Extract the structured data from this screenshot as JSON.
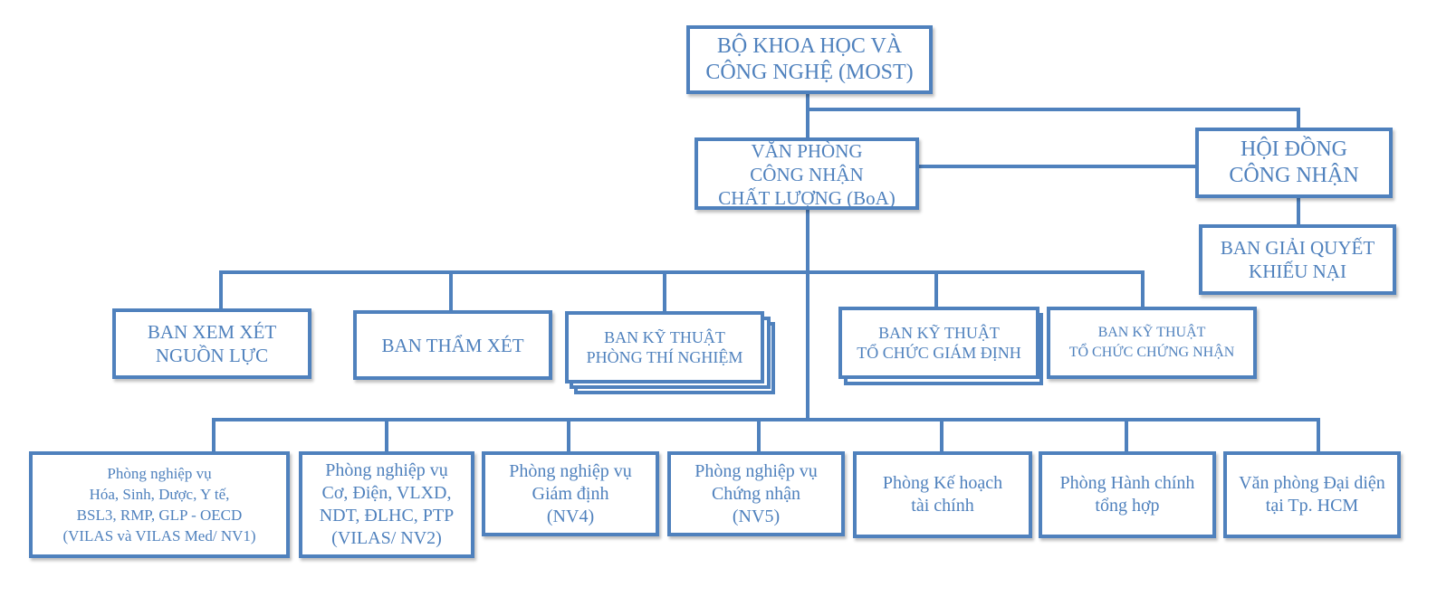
{
  "title": "Sơ đồ tổ chức Văn phòng Công nhận Chất lượng",
  "colors": {
    "line": "#4F81BD",
    "text": "#4F81BD",
    "background": "#FFFFFF"
  },
  "nodes": {
    "most": "BỘ KHOA HỌC VÀ\nCÔNG NGHỆ (MOST)",
    "boa": "VĂN PHÒNG\nCÔNG NHẬN\nCHẤT LƯỢNG (BoA)",
    "council": "HỘI ĐỒNG\nCÔNG NHẬN",
    "complaints": "BAN GIẢI QUYẾT\nKHIẾU NẠI",
    "committees": [
      "BAN XEM XÉT\nNGUỒN LỰC",
      "BAN THẨM XÉT",
      "BAN KỸ THUẬT\nPHÒNG THÍ NGHIỆM",
      "BAN KỸ THUẬT\nTỔ CHỨC GIÁM ĐỊNH",
      "BAN KỸ THUẬT\nTỔ CHỨC CHỨNG NHẬN"
    ],
    "departments": [
      "Phòng nghiệp vụ\nHóa, Sinh, Dược, Y tế,\nBSL3, RMP, GLP - OECD\n(VILAS và VILAS Med/ NV1)",
      "Phòng nghiệp vụ\nCơ, Điện, VLXD,\nNDT, ĐLHC, PTP\n(VILAS/ NV2)",
      "Phòng nghiệp vụ\nGiám định\n(NV4)",
      "Phòng nghiệp vụ\nChứng nhận\n(NV5)",
      "Phòng Kế hoạch\ntài chính",
      "Phòng Hành chính\ntổng hợp",
      "Văn phòng Đại diện\ntại Tp. HCM"
    ]
  }
}
